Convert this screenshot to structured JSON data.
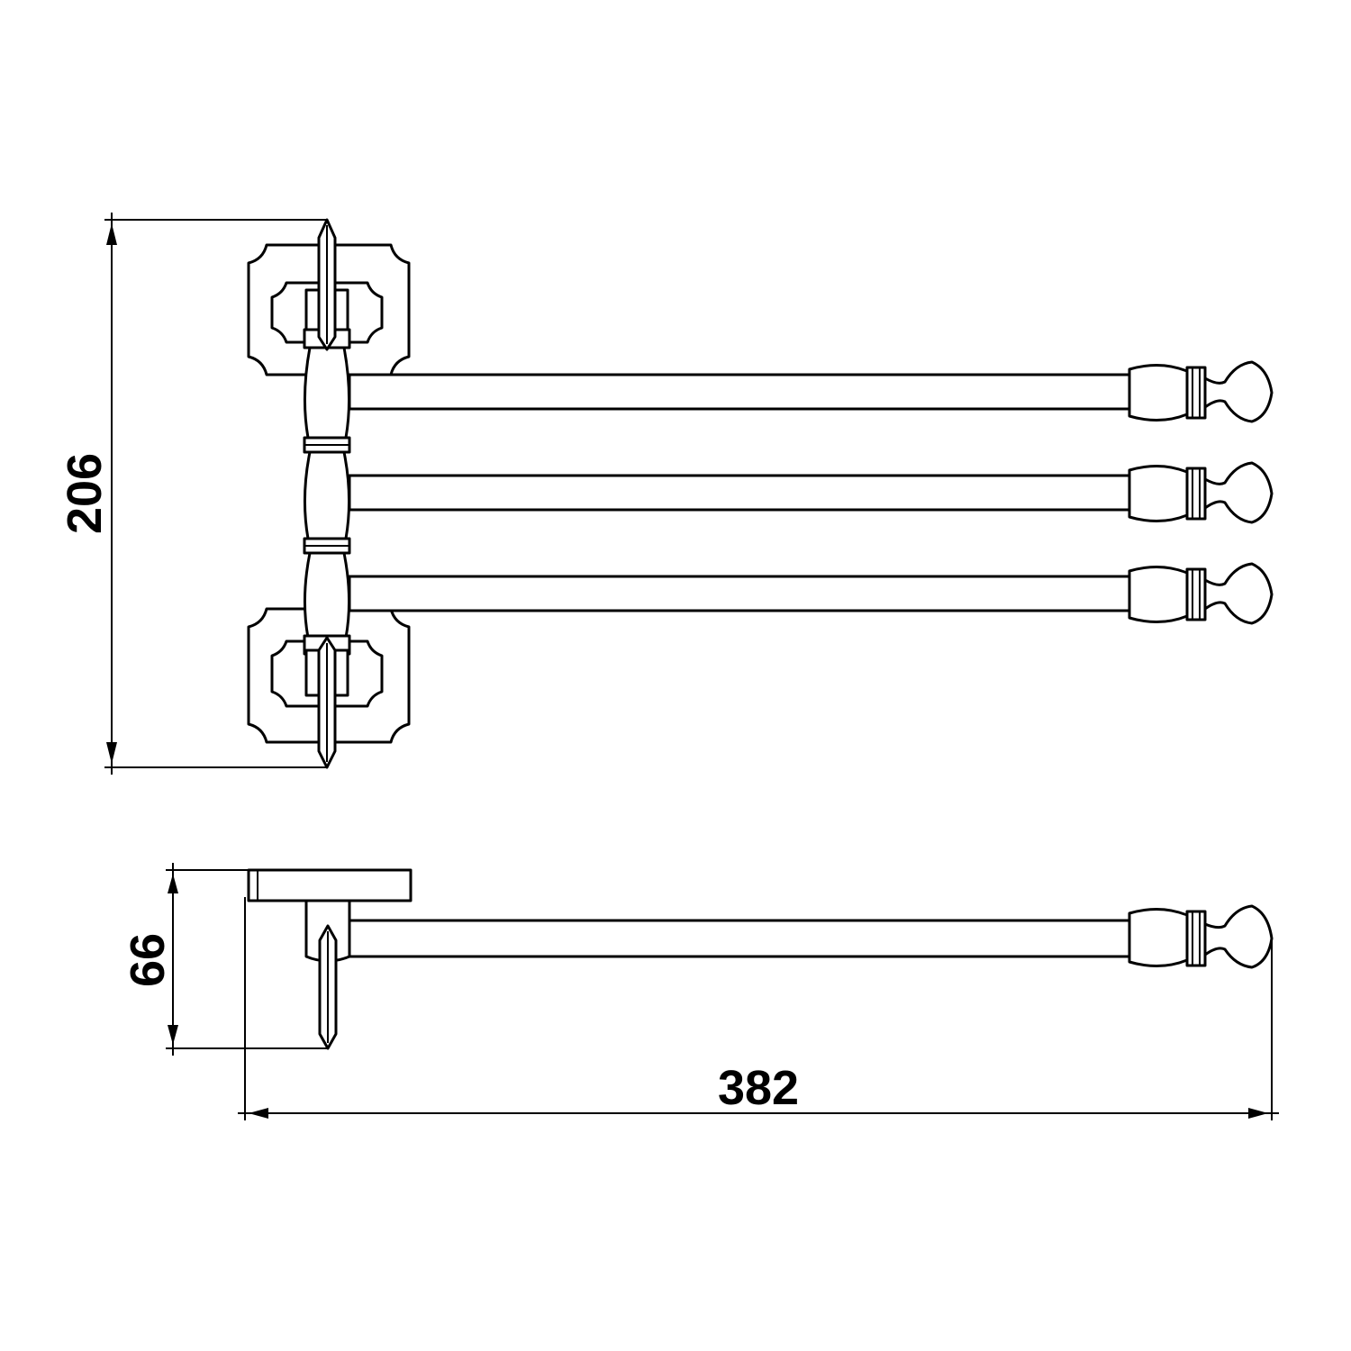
{
  "drawing": {
    "dimensions": {
      "height": "206",
      "depth": "66",
      "length": "382"
    },
    "views": {
      "front": {
        "arm_count": 3
      },
      "side": {
        "arm_count": 1
      }
    }
  }
}
